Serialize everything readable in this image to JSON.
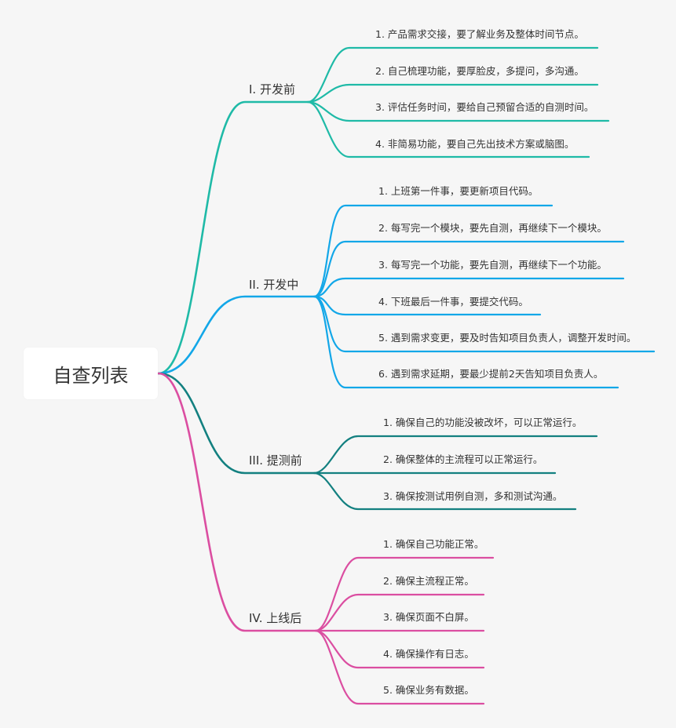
{
  "root": {
    "label": "自查列表"
  },
  "branches": [
    {
      "label": "I. 开发前",
      "color": "#1fbaa7",
      "items": [
        "1. 产品需求交接，要了解业务及整体时间节点。",
        "2. 自己梳理功能，要厚脸皮，多提问，多沟通。",
        "3. 评估任务时间，要给自己预留合适的自测时间。",
        "4. 非简易功能，要自己先出技术方案或脑图。"
      ]
    },
    {
      "label": "II. 开发中",
      "color": "#13a7e8",
      "items": [
        "1. 上班第一件事，要更新项目代码。",
        "2. 每写完一个模块，要先自测，再继续下一个模块。",
        "3. 每写完一个功能，要先自测，再继续下一个功能。",
        "4. 下班最后一件事，要提交代码。",
        "5. 遇到需求变更，要及时告知项目负责人，调整开发时间。",
        "6. 遇到需求延期，要最少提前2天告知项目负责人。"
      ]
    },
    {
      "label": "III. 提测前",
      "color": "#138080",
      "items": [
        "1. 确保自己的功能没被改坏，可以正常运行。",
        "2. 确保整体的主流程可以正常运行。",
        "3. 确保按测试用例自测，多和测试沟通。"
      ]
    },
    {
      "label": "IV. 上线后",
      "color": "#db4ea1",
      "items": [
        "1. 确保自己功能正常。",
        "2. 确保主流程正常。",
        "3. 确保页面不白屏。",
        "4. 确保操作有日志。",
        "5. 确保业务有数据。"
      ]
    }
  ]
}
